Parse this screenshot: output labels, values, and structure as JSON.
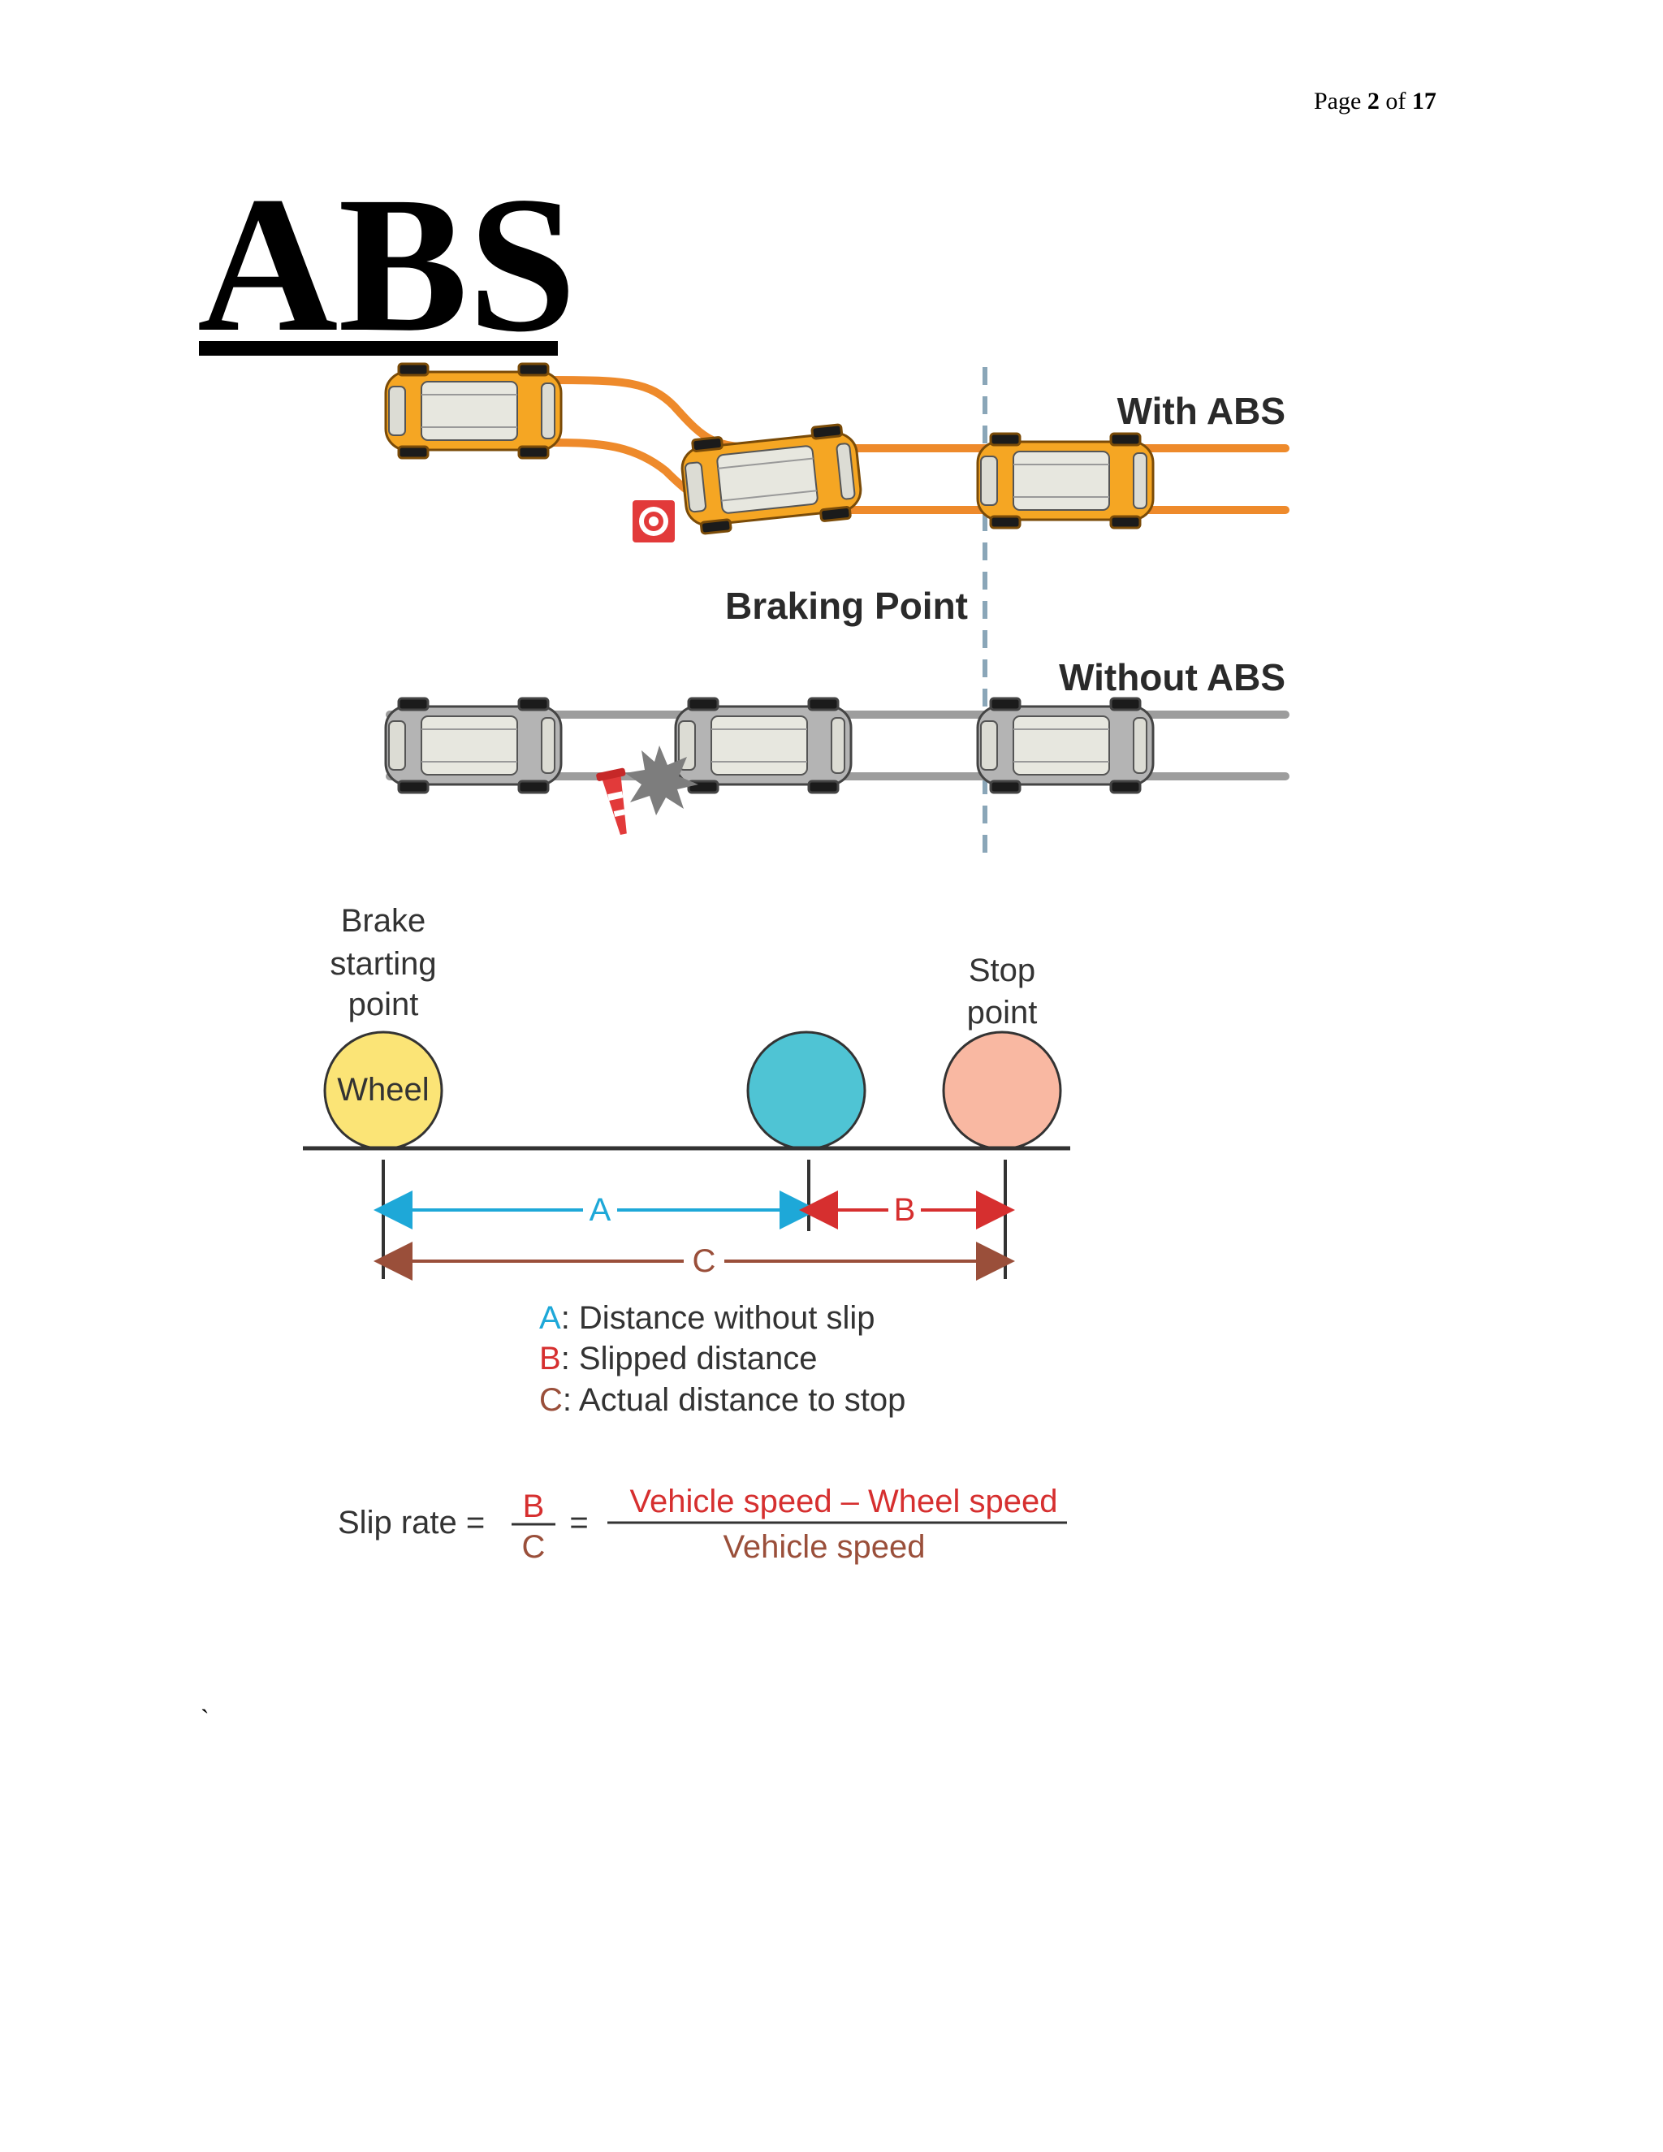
{
  "header": {
    "page_word": "Page",
    "page_current": "2",
    "page_of": "of",
    "page_total": "17"
  },
  "title": "ABS",
  "abs_diagram": {
    "with_abs_label": "With ABS",
    "without_abs_label": "Without ABS",
    "braking_point_label": "Braking Point",
    "colors": {
      "with_abs_track": "#ee8a2b",
      "without_abs_track": "#9d9d9d",
      "braking_line": "#8aa6b8"
    }
  },
  "slip_diagram": {
    "brake_start_lines": [
      "Brake",
      "starting",
      "point"
    ],
    "wheel_label": "Wheel",
    "stop_point_lines": [
      "Stop",
      "point"
    ],
    "segment_a": "A",
    "segment_b": "B",
    "segment_c": "C",
    "legend": [
      {
        "key": "A",
        "text": ": Distance without slip",
        "color": "#1ea8d8"
      },
      {
        "key": "B",
        "text": ": Slipped distance",
        "color": "#d62f2f"
      },
      {
        "key": "C",
        "text": ": Actual distance to stop",
        "color": "#9a4f3a"
      }
    ],
    "colors": {
      "wheel_start": "#fbe476",
      "wheel_mid": "#4fc4d4",
      "wheel_stop": "#f9b8a2"
    }
  },
  "formula": {
    "label": "Slip rate =",
    "frac_num": "B",
    "frac_den": "C",
    "equals": "=",
    "numerator": "Vehicle speed – Wheel speed",
    "denominator": "Vehicle speed"
  },
  "stray_mark": "`"
}
